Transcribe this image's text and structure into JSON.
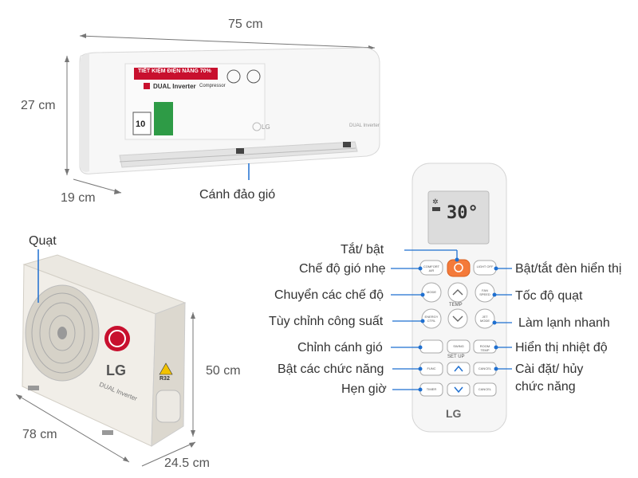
{
  "indoor": {
    "width_label": "75 cm",
    "height_label": "27 cm",
    "depth_label": "19 cm",
    "louver_label": "Cánh đảo gió",
    "banner_text": "TIẾT KIỆM ĐIỆN NĂNG 70%",
    "inverter_text": "DUAL Inverter",
    "compressor_text": "Compressor",
    "rating_text": "10",
    "brand": "LG",
    "model_text": "DUAL Inverter"
  },
  "outdoor": {
    "fan_label": "Quạt",
    "height_label": "50 cm",
    "width_label": "78 cm",
    "depth_label": "24.5 cm",
    "brand": "LG",
    "model_text": "DUAL Inverter",
    "refrigerant": "R32"
  },
  "remote": {
    "display_temp": "30°",
    "brand": "LG",
    "temp_label": "TEMP",
    "setup_label": "SET UP",
    "buttons": [
      "COMFORT AIR",
      "LIGHT OFF",
      "MODE",
      "FAN SPEED",
      "ENERGY CTRL",
      "JET MODE",
      "SWING",
      "ROOM TEMP",
      "FUNC",
      "CANCEL",
      "TIMER",
      "CANCEL"
    ],
    "callouts": {
      "power": "Tắt/ bật",
      "comfort": "Chế độ gió nhẹ",
      "light": "Bật/tắt đèn hiển thị",
      "mode": "Chuyển các chế độ",
      "fan_speed": "Tốc độ quạt",
      "energy": "Tùy chỉnh công suất",
      "jet": "Làm lạnh nhanh",
      "swing": "Chỉnh cánh gió",
      "room_temp": "Hiển thị nhiệt độ",
      "func": "Bật các chức năng",
      "settings_line1": "Cài đặt/ hủy",
      "settings_line2": "chức năng",
      "timer": "Hẹn giờ"
    }
  },
  "colors": {
    "accent_red": "#c8102e",
    "power_orange": "#f47a3a",
    "callout_blue": "#1e6fd0",
    "label_green": "#2e9b46"
  }
}
